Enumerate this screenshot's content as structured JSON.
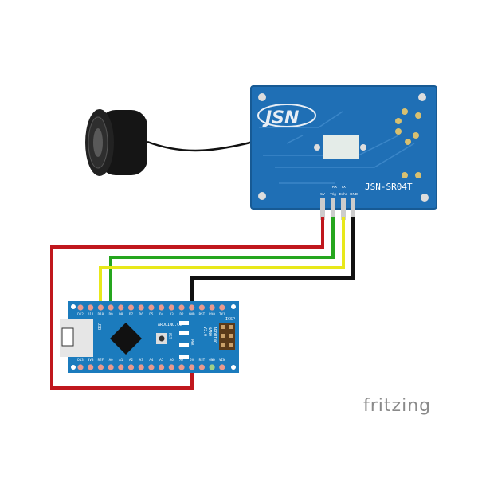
{
  "sensor": {
    "brand": "JSN",
    "model": "JSN-SR04T",
    "pin_labels": [
      "5V",
      "Trig",
      "Echo",
      "GND"
    ],
    "top_labels": [
      "RX",
      "TX"
    ]
  },
  "arduino": {
    "name": "ARDUINO.CC",
    "board": "ARDUINO NANO V3.0",
    "top_pins": [
      "D12",
      "D11",
      "D10",
      "D9",
      "D8",
      "D7",
      "D6",
      "D5",
      "D4",
      "D3",
      "D2",
      "GND",
      "RST",
      "RX0",
      "TX1"
    ],
    "bottom_pins": [
      "D13",
      "3V3",
      "REF",
      "A0",
      "A1",
      "A2",
      "A3",
      "A4",
      "A5",
      "A6",
      "A7",
      "5V",
      "RST",
      "GND",
      "VIN"
    ],
    "labels": {
      "usb": "USB",
      "rst": "RST",
      "pwr": "PWR",
      "icsp": "ICSP",
      "l": "L",
      "tx": "TX",
      "rx": "RX"
    }
  },
  "wires": [
    {
      "from": "5V",
      "to": "5V",
      "color": "#c0171d"
    },
    {
      "from": "Trig",
      "to": "D9",
      "color": "#25a61e"
    },
    {
      "from": "Echo",
      "to": "D10",
      "color": "#e8e81a"
    },
    {
      "from": "GND",
      "to": "GND",
      "color": "#111111"
    }
  ],
  "watermark": "fritzing"
}
